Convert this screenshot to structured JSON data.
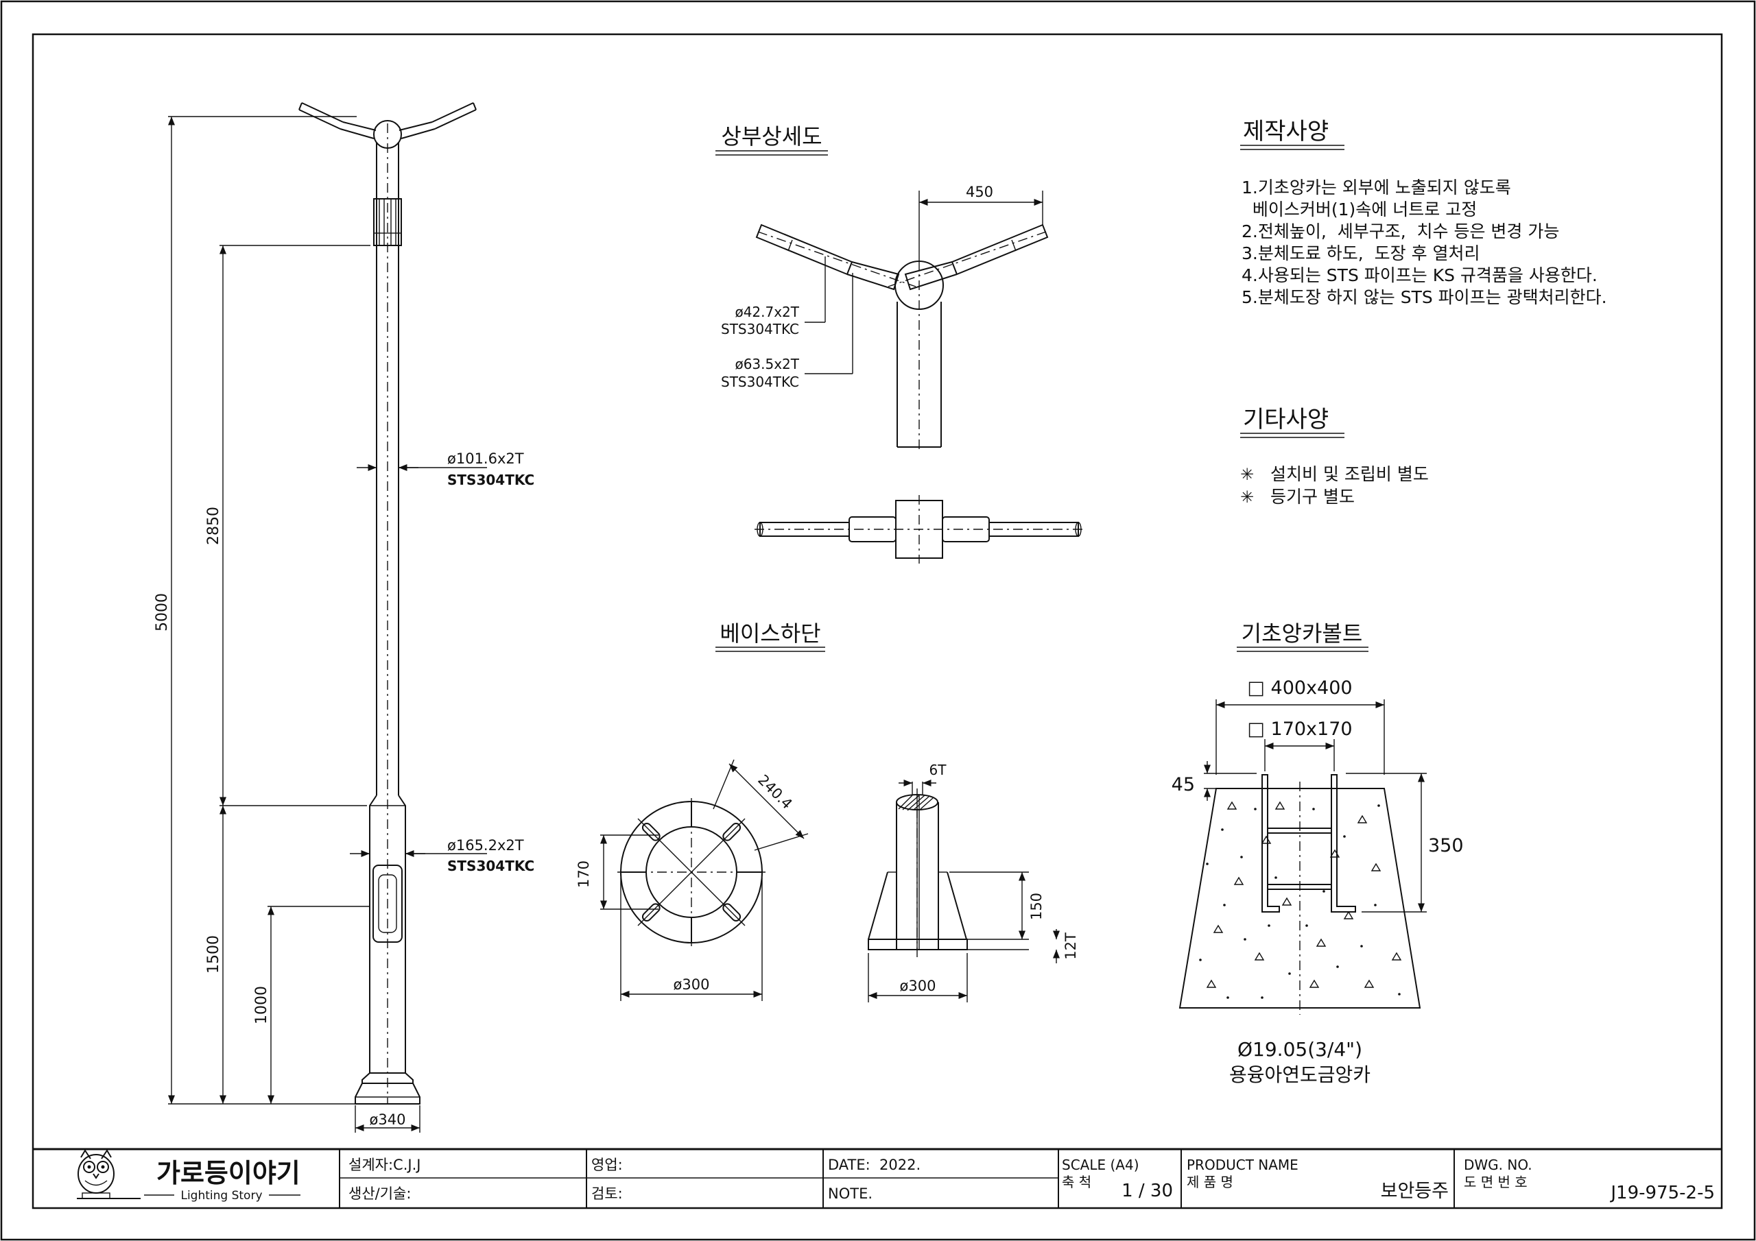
{
  "pole_elevation": {
    "dim_total": "5000",
    "dim_upper": "2850",
    "dim_lower": "1500",
    "dim_door": "1000",
    "upper_pipe_spec": "ø101.6x2T",
    "upper_pipe_material": "STS304TKC",
    "lower_pipe_spec": "ø165.2x2T",
    "lower_pipe_material": "STS304TKC",
    "base_dia": "ø340"
  },
  "top_detail": {
    "title": "상부상세도",
    "dim_span": "450",
    "arm_spec": "ø42.7x2T",
    "arm_material": "STS304TKC",
    "sleeve_spec": "ø63.5x2T",
    "sleeve_material": "STS304TKC"
  },
  "base_bottom": {
    "title": "베이스하단",
    "dim_diagonal": "240.4",
    "dim_hole_spacing": "170",
    "dim_plan_dia": "ø300",
    "dim_rib": "6T",
    "dim_rib_height": "150",
    "dim_plate": "12T",
    "dim_side_dia": "ø300"
  },
  "anchor_bolt": {
    "title": "기초앙카볼트",
    "dim_outer": "□ 400x400",
    "dim_inner": "□ 170x170",
    "dim_top": "45",
    "dim_depth": "350",
    "bolt_spec": "Ø19.05(3/4\")",
    "bolt_desc": "용융아연도금앙카"
  },
  "specs": {
    "title": "제작사양",
    "lines": [
      "1.기초앙카는 외부에 노출되지 않도록",
      "  베이스커버(1)속에 너트로 고정",
      "2.전체높이,  세부구조,  치수 등은 변경 가능",
      "3.분체도료 하도,  도장 후 열처리",
      "4.사용되는 STS 파이프는 KS 규격품을 사용한다.",
      "5.분체도장 하지 않는 STS 파이프는 광택처리한다."
    ]
  },
  "other_specs": {
    "title": "기타사양",
    "items": [
      "설치비 및 조립비 별도",
      "등기구 별도"
    ],
    "bullet": "✳"
  },
  "title_block": {
    "logo_name": "가로등이야기",
    "logo_sub": "Lighting Story",
    "designer": "설계자:C.J.J",
    "production": "생산/기술:",
    "sales": "영업:",
    "review": "검토:",
    "date": "DATE:  2022.",
    "note": "NOTE.",
    "scale_label": "SCALE (A4)",
    "scale_kr": "축 척",
    "scale_value": "1 / 30",
    "product_name_label": "PRODUCT NAME",
    "product_name_kr": "제 품 명",
    "product_name": "보안등주",
    "dwg_no_label": "DWG. NO.",
    "dwg_no_kr": "도 면 번 호",
    "dwg_no": "J19-975-2-5"
  }
}
